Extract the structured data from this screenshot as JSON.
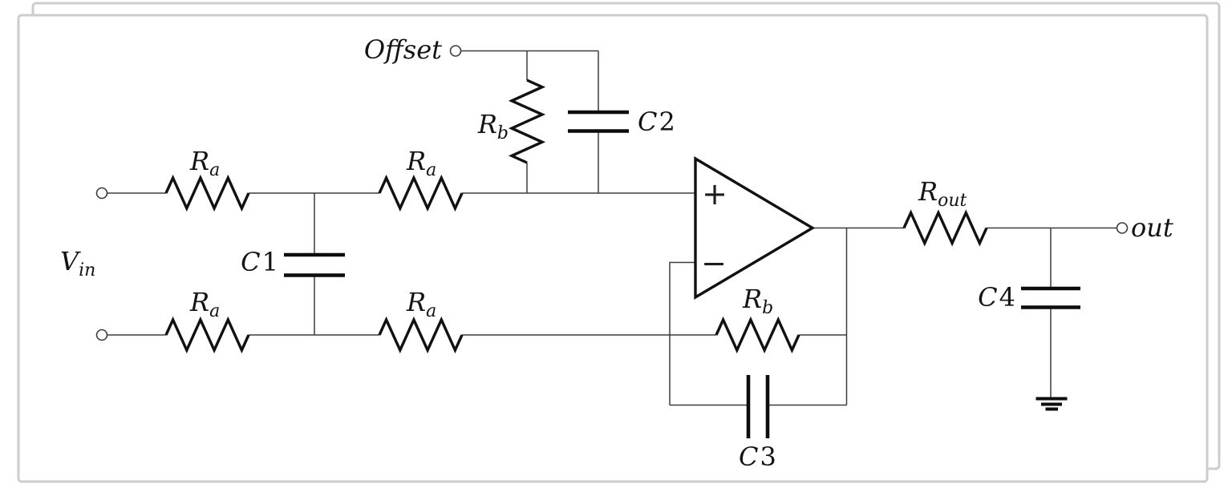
{
  "schematic": {
    "terminals": {
      "offset": {
        "label": "Offset"
      },
      "vin": {
        "main": "V",
        "sub": "in"
      },
      "out": {
        "label": "out"
      }
    },
    "resistors": {
      "ra": {
        "main": "R",
        "sub": "a"
      },
      "rb": {
        "main": "R",
        "sub": "b"
      },
      "rout": {
        "main": "R",
        "sub": "out"
      }
    },
    "capacitors": {
      "c1": {
        "main": "C",
        "num": "1"
      },
      "c2": {
        "main": "C",
        "num": "2"
      },
      "c3": {
        "main": "C",
        "num": "3"
      },
      "c4": {
        "main": "C",
        "num": "4"
      }
    },
    "opamp": {
      "plus": "+",
      "minus": "−"
    }
  }
}
